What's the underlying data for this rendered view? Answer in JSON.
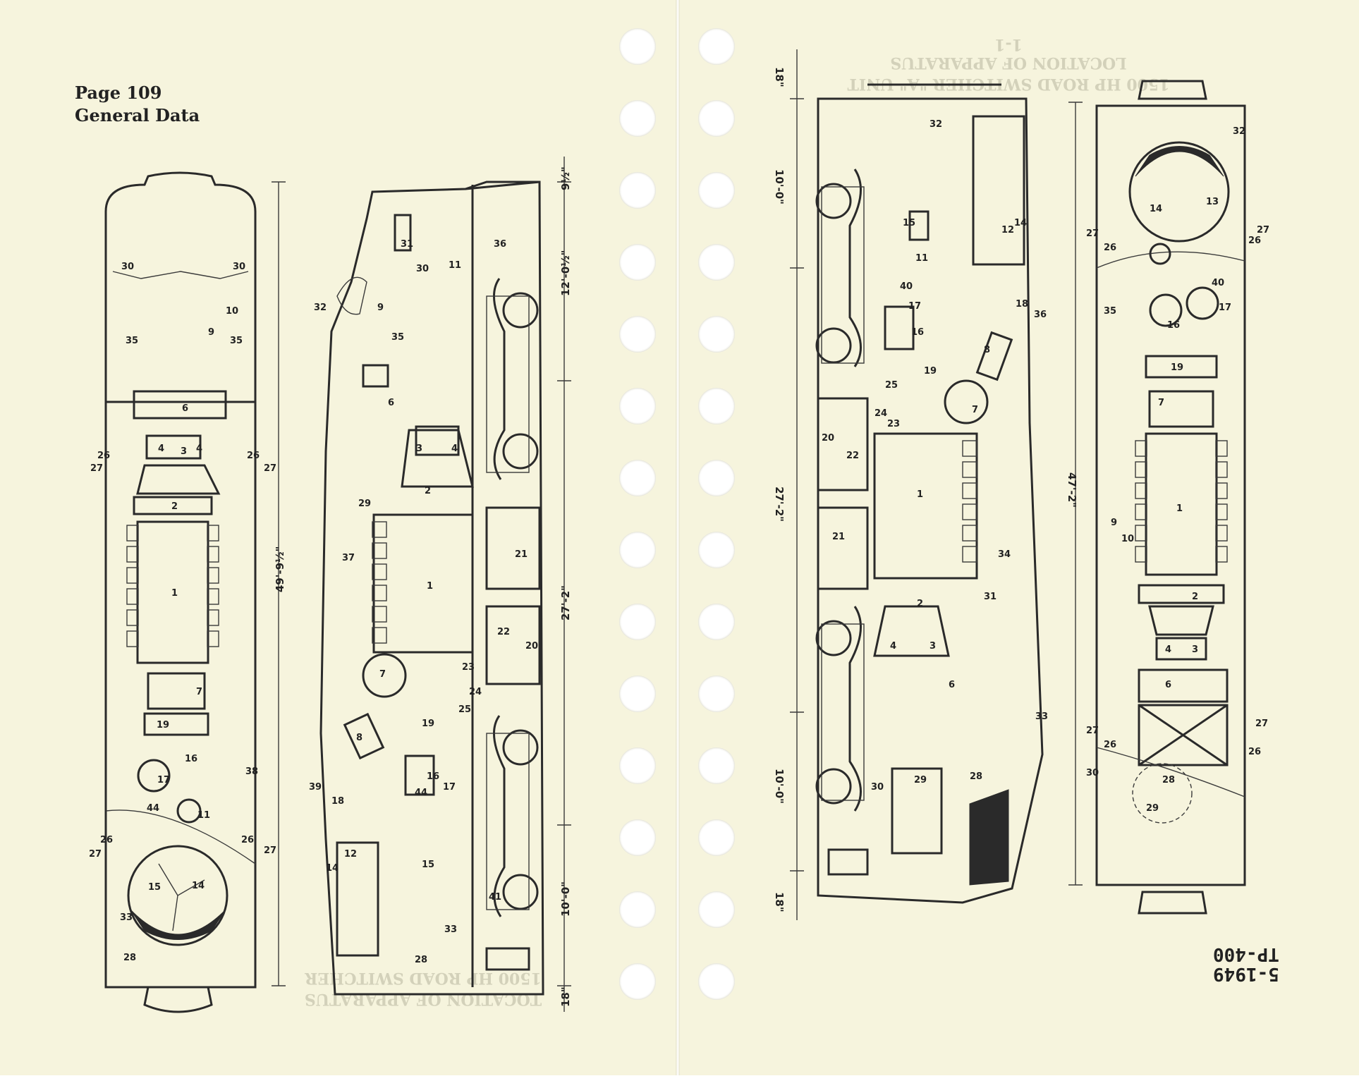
{
  "left_page": {
    "page_number": "Page 109",
    "section": "General Data",
    "dimensions": {
      "overall_length": "49'-9½\"",
      "truck_center": "27'-2\"",
      "front_overhang": "12'-0½\"",
      "rear_overhang": "10'-0\"",
      "top_offset": "9½\"",
      "bottom_offset": "18\""
    },
    "bleed_text": {
      "line1": "TOCATION OF APPARATUS",
      "line2": "1500 HP ROAD SWITCHER"
    }
  },
  "right_page": {
    "stamp_code": "TP-400",
    "stamp_date": "5-1949",
    "dimensions": {
      "overall_length": "47'-2\"",
      "truck_center": "27'-2\"",
      "front_overhang": "10'-0\"",
      "rear_overhang": "10'-0\"",
      "top_offset": "18\"",
      "bottom_offset": "18\""
    },
    "bleed_text": {
      "line1": "1500 HP ROAD SWITCHER \"A\" UNIT",
      "line2": "LOCATION OF APPARATUS",
      "line3": "1-1"
    }
  },
  "diagram_labels": {
    "left_top_view": [
      "30",
      "30",
      "10",
      "9",
      "35",
      "35",
      "6",
      "3",
      "4",
      "4",
      "26",
      "26",
      "27",
      "27",
      "2",
      "1",
      "7",
      "19",
      "16",
      "17",
      "44",
      "11",
      "38",
      "26",
      "27",
      "26",
      "27",
      "15",
      "14",
      "33",
      "28"
    ],
    "left_side_view": [
      "32",
      "31",
      "30",
      "11",
      "36",
      "9",
      "35",
      "6",
      "3",
      "4",
      "2",
      "29",
      "37",
      "1",
      "21",
      "22",
      "20",
      "23",
      "24",
      "25",
      "7",
      "8",
      "19",
      "16",
      "17",
      "44",
      "39",
      "18",
      "12",
      "14",
      "15",
      "33",
      "28",
      "41"
    ],
    "right_side_view": [
      "32",
      "12",
      "14",
      "15",
      "11",
      "40",
      "17",
      "16",
      "18",
      "36",
      "8",
      "19",
      "25",
      "7",
      "23",
      "24",
      "20",
      "22",
      "1",
      "21",
      "34",
      "2",
      "31",
      "4",
      "3",
      "6",
      "33",
      "28",
      "29",
      "30"
    ],
    "right_top_view": [
      "32",
      "13",
      "14",
      "27",
      "26",
      "26",
      "27",
      "35",
      "40",
      "17",
      "16",
      "19",
      "7",
      "1",
      "9",
      "10",
      "2",
      "4",
      "3",
      "6",
      "27",
      "26",
      "27",
      "26",
      "30",
      "28",
      "29"
    ]
  },
  "colors": {
    "paper": "#f6f4dd",
    "ink": "#2a2a2a",
    "ghost_ink": "#d3d1ba"
  }
}
